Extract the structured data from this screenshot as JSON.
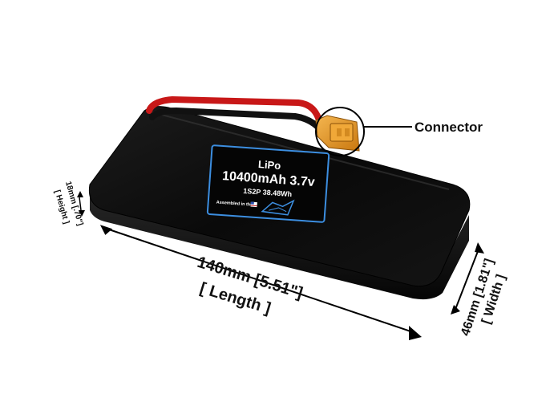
{
  "product_label": {
    "chemistry": "LiPo",
    "capacity_voltage": "10400mAh 3.7v",
    "config_energy": "1S2P 38.48Wh",
    "assembled_text": "Assembled in the"
  },
  "callouts": {
    "connector": "Connector"
  },
  "dimensions": {
    "length_mm": "140mm [5.51\"]",
    "length_name": "[ Length ]",
    "width_mm": "46mm [1.81\"]",
    "width_name": "[ Width ]",
    "height_mm": "18mm [.70\"]",
    "height_name": "[ Height ]"
  },
  "colors": {
    "battery_body": "#0b0b0b",
    "wire_red": "#c81818",
    "connector_yellow": "#e89a2a",
    "label_border": "#3c8ee0"
  }
}
